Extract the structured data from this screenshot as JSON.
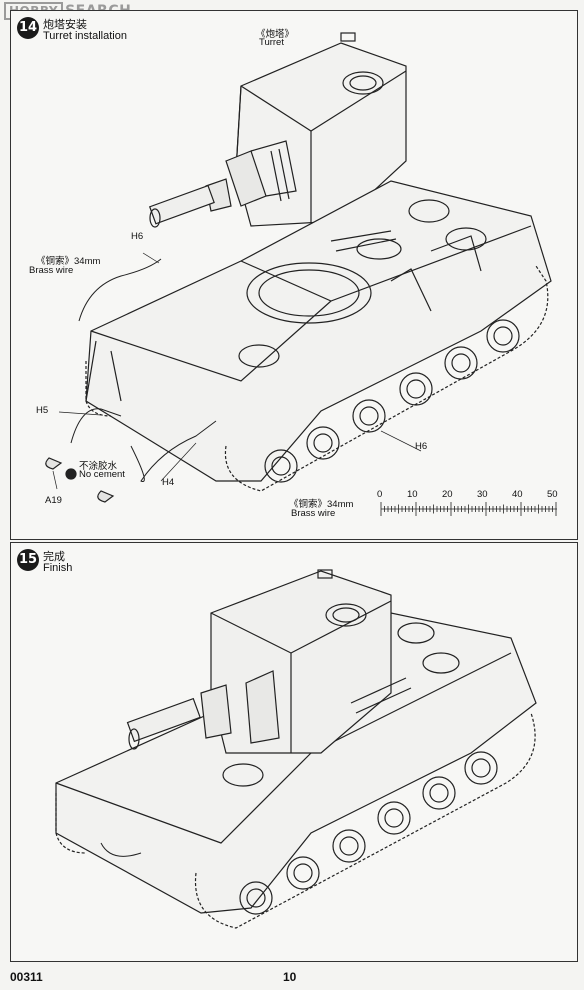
{
  "watermark": {
    "box": "HOBBY",
    "text": "SEARCH"
  },
  "step14": {
    "number": "14",
    "title_cn": "炮塔安装",
    "title_en": "Turret installation",
    "labels": {
      "turret_cn": "《炮塔》",
      "turret_en": "Turret",
      "h6_top": "H6",
      "brass_left_cn": "《铜索》34mm",
      "brass_left_en": "Brass wire",
      "h5": "H5",
      "no_cement_cn": "不涂胶水",
      "no_cement_en": "No cement",
      "a19": "A19",
      "h4": "H4",
      "h6_right": "H6",
      "brass_bottom_cn": "《铜索》34mm",
      "brass_bottom_en": "Brass wire"
    },
    "scale": {
      "ticks": [
        "0",
        "10",
        "20",
        "30",
        "40",
        "50"
      ]
    }
  },
  "step15": {
    "number": "15",
    "title_cn": "完成",
    "title_en": "Finish"
  },
  "footer": {
    "code": "00311",
    "page": "10"
  }
}
